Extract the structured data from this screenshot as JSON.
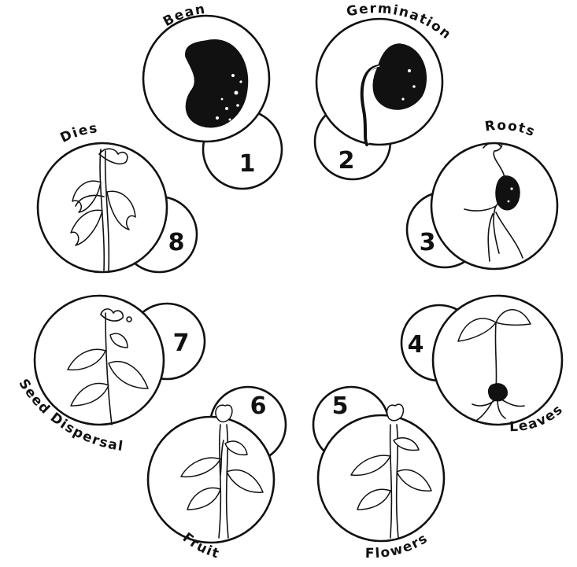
{
  "stages": [
    {
      "number": "1",
      "label": "Bean"
    },
    {
      "number": "2",
      "label": "Germination"
    },
    {
      "number": "3",
      "label": "Roots"
    },
    {
      "number": "4",
      "label": "Leaves"
    },
    {
      "number": "5",
      "label": "Flowers"
    },
    {
      "number": "6",
      "label": "Fruit"
    },
    {
      "number": "7",
      "label": "Seed Dispersal"
    },
    {
      "number": "8",
      "label": "Dies"
    }
  ],
  "colors": {
    "ink": "#111111",
    "background": "#ffffff"
  }
}
